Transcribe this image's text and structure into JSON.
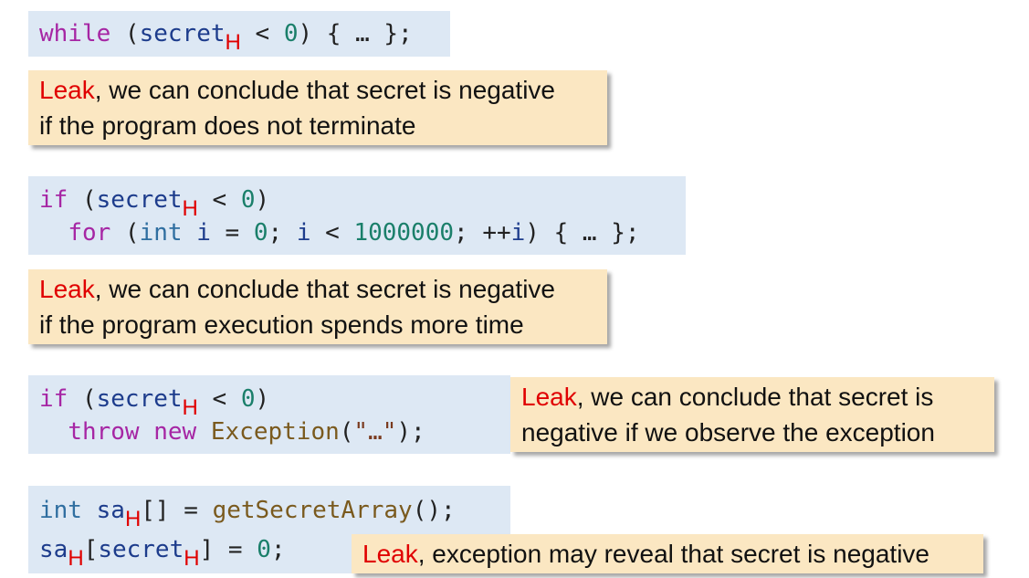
{
  "blocks": [
    {
      "code": {
        "line1": {
          "kw": "while",
          "p1": " (",
          "var": "secret",
          "sub": "H",
          "p2": " < ",
          "num": "0",
          "p3": ") { … };"
        }
      },
      "note": {
        "leak": "Leak",
        "line1_rest": ", we can conclude that secret is negative",
        "line2": "if the program does not terminate"
      }
    },
    {
      "code": {
        "line1": {
          "kw": "if",
          "p1": " (",
          "var": "secret",
          "sub": "H",
          "p2": " < ",
          "num": "0",
          "p3": ")"
        },
        "line2": {
          "indent": "  ",
          "kw": "for",
          "p1": " (",
          "type": "int",
          "p2": " ",
          "var": "i",
          "p3": " = ",
          "num1": "0",
          "p4": "; ",
          "var2": "i",
          "p5": " < ",
          "num2": "1000000",
          "p6": "; ++",
          "var3": "i",
          "p7": ") { … };"
        }
      },
      "note": {
        "leak": "Leak",
        "line1_rest": ", we can conclude that secret is negative",
        "line2": "if the program execution spends more time"
      }
    },
    {
      "code": {
        "line1": {
          "kw": "if",
          "p1": " (",
          "var": "secret",
          "sub": "H",
          "p2": " < ",
          "num": "0",
          "p3": ")"
        },
        "line2": {
          "indent": "  ",
          "kw": "throw",
          "p1": " ",
          "kw2": "new",
          "p2": " ",
          "fn": "Exception",
          "p3": "(",
          "str": "\"…\"",
          "p4": ");"
        }
      },
      "note": {
        "leak": "Leak",
        "line1_rest": ", we can conclude that secret is",
        "line2": "negative if we observe the exception"
      }
    },
    {
      "code": {
        "line1": {
          "type": "int",
          "p1": " ",
          "var": "sa",
          "sub": "H",
          "p2": "[] = ",
          "fn": "getSecretArray",
          "p3": "();"
        },
        "line2": {
          "var": "sa",
          "sub": "H",
          "p1": "[",
          "var2": "secret",
          "sub2": "H",
          "p2": "] = ",
          "num": "0",
          "p3": ";"
        }
      },
      "note": {
        "leak": "Leak",
        "rest": ", exception may reveal that secret is negative"
      }
    }
  ],
  "colors": {
    "code_bg": "#dde8f4",
    "note_bg": "#fbe7c2",
    "leak": "#e00000",
    "subscript": "#e00000"
  }
}
